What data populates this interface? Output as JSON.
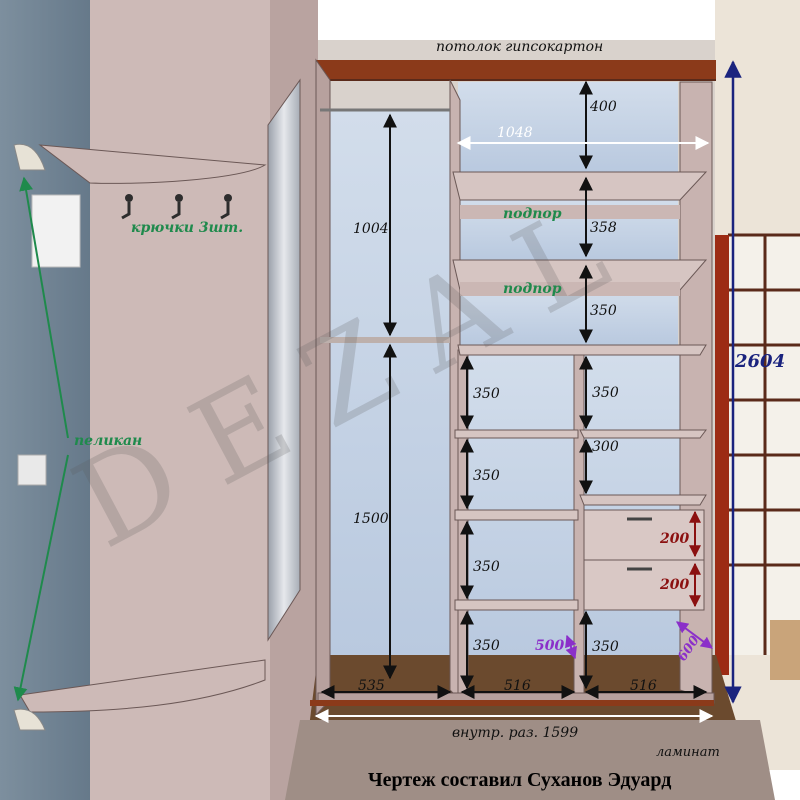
{
  "labels": {
    "ceiling": "потолок гипсокартон",
    "hooks": "крючки 3шт.",
    "pelican": "пеликан",
    "support1": "подпор",
    "support2": "подпор",
    "inner_size": "внутр. раз. 1599",
    "floor": "ламинат",
    "watermark": "DEZAL",
    "credit": "Чертеж составил Суханов Эдуард"
  },
  "dimensions": {
    "total_height": "2604",
    "top_width": "1048",
    "top_gap": "400",
    "left_upper": "1004",
    "left_lower": "1500",
    "gap_358": "358",
    "gap_350_upper": "350",
    "col_mid_1": "350",
    "col_mid_2": "350",
    "col_mid_3": "350",
    "col_mid_4": "350",
    "col_right_1": "350",
    "col_right_2": "300",
    "col_right_3": "350",
    "drawer_1": "200",
    "drawer_2": "200",
    "depth_500": "500",
    "depth_600": "600",
    "bottom_left": "535",
    "bottom_mid": "516",
    "bottom_right": "516"
  },
  "colors": {
    "wall": "#6f8191",
    "wood": "#cdbab7",
    "wood_dark": "#a89290",
    "glass": "#c5d4e8",
    "floor": "#6b4a2e",
    "dim_blue": "#1a237e",
    "dim_green": "#1f8a4c",
    "dim_red": "#8b1010",
    "dim_purple": "#8b2fc9",
    "door_red": "#9c2b14"
  }
}
